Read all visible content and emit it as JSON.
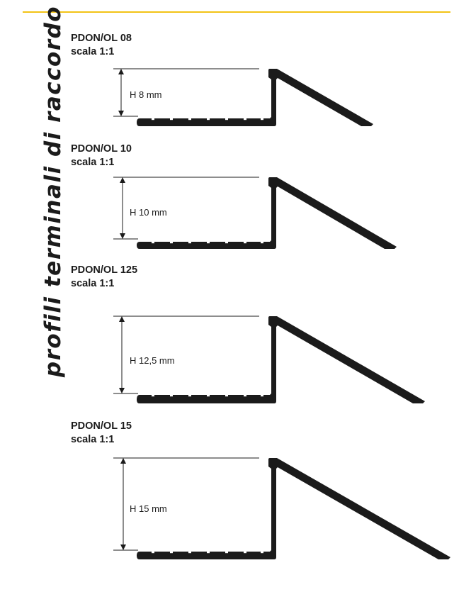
{
  "page": {
    "vertical_title": "profili terminali di raccordo",
    "accent_color": "#f2c316",
    "ink_color": "#1b1b1b"
  },
  "profiles": [
    {
      "code": "PDON/OL 08",
      "scale": "scala 1:1",
      "height_label": "H 8 mm",
      "height_mm": 8
    },
    {
      "code": "PDON/OL 10",
      "scale": "scala 1:1",
      "height_label": "H 10 mm",
      "height_mm": 10
    },
    {
      "code": "PDON/OL 125",
      "scale": "scala 1:1",
      "height_label": "H 12,5 mm",
      "height_mm": 12.5
    },
    {
      "code": "PDON/OL 15",
      "scale": "scala 1:1",
      "height_label": "H 15 mm",
      "height_mm": 15
    }
  ]
}
